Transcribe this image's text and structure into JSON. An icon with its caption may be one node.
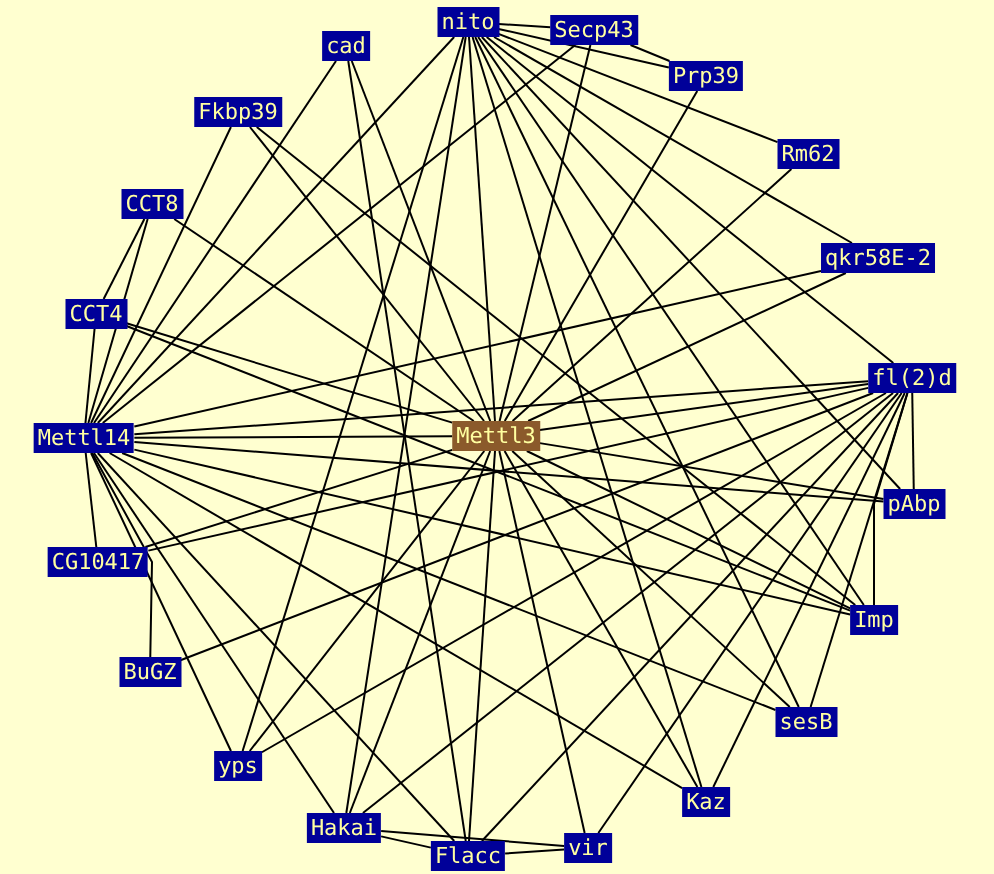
{
  "diagram": {
    "nodes": [
      {
        "text": [
          "Mettl3"
        ]
      },
      {
        "text": [
          "nito"
        ]
      },
      {
        "text": [
          "Secp43"
        ]
      },
      {
        "text": [
          "Prp39"
        ]
      },
      {
        "text": [
          "Rm62"
        ]
      },
      {
        "text": [
          "qkr58E-2"
        ]
      },
      {
        "text": [
          "fl(2)d"
        ]
      },
      {
        "text": [
          "pAbp"
        ]
      },
      {
        "text": [
          "Imp"
        ]
      },
      {
        "text": [
          "sesB"
        ]
      },
      {
        "text": [
          "Kaz"
        ]
      },
      {
        "text": [
          "vir"
        ]
      },
      {
        "text": [
          "Flacc"
        ]
      },
      {
        "text": [
          "Hakai"
        ]
      },
      {
        "text": [
          "yps"
        ]
      },
      {
        "text": [
          "BuGZ"
        ]
      },
      {
        "text": [
          "CG10417"
        ]
      },
      {
        "text": [
          "Mettl14"
        ]
      },
      {
        "text": [
          "CCT4"
        ]
      },
      {
        "text": [
          "CCT8"
        ]
      },
      {
        "text": [
          "Fkbp39"
        ]
      },
      {
        "text": [
          "cad"
        ]
      }
    ],
    "edges": [
      {
        "from": 0,
        "to": 1,
        "arrow": "none"
      },
      {
        "from": 0,
        "to": 2,
        "arrow": "none"
      },
      {
        "from": 0,
        "to": 3,
        "arrow": "none"
      },
      {
        "from": 0,
        "to": 4,
        "arrow": "none"
      },
      {
        "from": 0,
        "to": 5,
        "arrow": "none"
      },
      {
        "from": 0,
        "to": 6,
        "arrow": "none"
      },
      {
        "from": 0,
        "to": 7,
        "arrow": "none"
      },
      {
        "from": 0,
        "to": 8,
        "arrow": "none"
      },
      {
        "from": 0,
        "to": 9,
        "arrow": "none"
      },
      {
        "from": 0,
        "to": 10,
        "arrow": "none"
      },
      {
        "from": 0,
        "to": 11,
        "arrow": "none"
      },
      {
        "from": 0,
        "to": 12,
        "arrow": "none"
      },
      {
        "from": 0,
        "to": 13,
        "arrow": "none"
      },
      {
        "from": 0,
        "to": 14,
        "arrow": "none"
      },
      {
        "from": 0,
        "to": 16,
        "arrow": "none"
      },
      {
        "from": 0,
        "to": 17,
        "arrow": "none"
      },
      {
        "from": 0,
        "to": 18,
        "arrow": "none"
      },
      {
        "from": 0,
        "to": 19,
        "arrow": "none"
      },
      {
        "from": 0,
        "to": 20,
        "arrow": "none"
      },
      {
        "from": 0,
        "to": 21,
        "arrow": "none"
      },
      {
        "from": 17,
        "to": 1,
        "arrow": "none"
      },
      {
        "from": 17,
        "to": 2,
        "arrow": "none"
      },
      {
        "from": 17,
        "to": 21,
        "arrow": "none"
      },
      {
        "from": 17,
        "to": 20,
        "arrow": "none"
      },
      {
        "from": 17,
        "to": 19,
        "arrow": "none"
      },
      {
        "from": 17,
        "to": 18,
        "arrow": "none"
      },
      {
        "from": 17,
        "to": 16,
        "arrow": "none"
      },
      {
        "from": 17,
        "to": 15,
        "arrow": "none"
      },
      {
        "from": 17,
        "to": 14,
        "arrow": "none"
      },
      {
        "from": 17,
        "to": 13,
        "arrow": "none"
      },
      {
        "from": 17,
        "to": 12,
        "arrow": "none"
      },
      {
        "from": 17,
        "to": 6,
        "arrow": "none"
      },
      {
        "from": 17,
        "to": 7,
        "arrow": "none"
      },
      {
        "from": 17,
        "to": 8,
        "arrow": "none"
      },
      {
        "from": 17,
        "to": 9,
        "arrow": "none"
      },
      {
        "from": 17,
        "to": 10,
        "arrow": "none"
      },
      {
        "from": 17,
        "to": 5,
        "arrow": "none"
      },
      {
        "from": 1,
        "to": 2,
        "arrow": "none"
      },
      {
        "from": 1,
        "to": 3,
        "arrow": "none"
      },
      {
        "from": 1,
        "to": 4,
        "arrow": "none"
      },
      {
        "from": 1,
        "to": 5,
        "arrow": "none"
      },
      {
        "from": 1,
        "to": 6,
        "arrow": "none"
      },
      {
        "from": 1,
        "to": 7,
        "arrow": "none"
      },
      {
        "from": 1,
        "to": 8,
        "arrow": "none"
      },
      {
        "from": 1,
        "to": 9,
        "arrow": "none"
      },
      {
        "from": 1,
        "to": 10,
        "arrow": "none"
      },
      {
        "from": 1,
        "to": 13,
        "arrow": "none"
      },
      {
        "from": 1,
        "to": 14,
        "arrow": "none"
      },
      {
        "from": 2,
        "to": 3,
        "arrow": "none"
      },
      {
        "from": 6,
        "to": 7,
        "arrow": "none"
      },
      {
        "from": 6,
        "to": 8,
        "arrow": "none"
      },
      {
        "from": 6,
        "to": 9,
        "arrow": "none"
      },
      {
        "from": 6,
        "to": 10,
        "arrow": "none"
      },
      {
        "from": 6,
        "to": 11,
        "arrow": "none"
      },
      {
        "from": 6,
        "to": 12,
        "arrow": "none"
      },
      {
        "from": 6,
        "to": 13,
        "arrow": "none"
      },
      {
        "from": 6,
        "to": 14,
        "arrow": "none"
      },
      {
        "from": 6,
        "to": 15,
        "arrow": "none"
      },
      {
        "from": 6,
        "to": 16,
        "arrow": "none"
      },
      {
        "from": 13,
        "to": 12,
        "arrow": "none"
      },
      {
        "from": 13,
        "to": 11,
        "arrow": "none"
      },
      {
        "from": 12,
        "to": 11,
        "arrow": "none"
      },
      {
        "from": 19,
        "to": 18,
        "arrow": "none"
      },
      {
        "from": 20,
        "to": 8,
        "arrow": "none"
      },
      {
        "from": 21,
        "to": 12,
        "arrow": "none"
      },
      {
        "from": 18,
        "to": 8,
        "arrow": "none"
      }
    ]
  }
}
